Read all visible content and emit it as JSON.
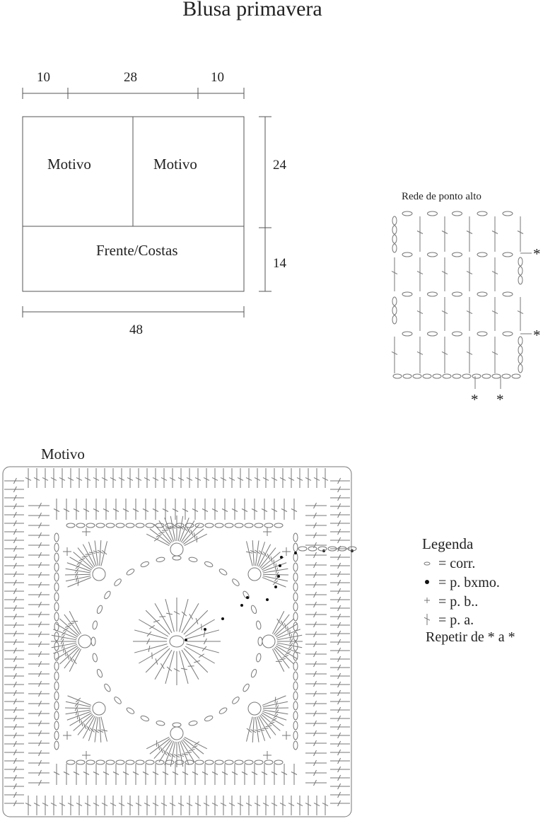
{
  "title": "Blusa primavera",
  "schematic": {
    "top_dims": [
      "10",
      "28",
      "10"
    ],
    "right_dims": [
      "24",
      "14"
    ],
    "bottom_dim": "48",
    "panels": [
      "Motivo",
      "Motivo",
      "Frente/Costas"
    ]
  },
  "net": {
    "title": "Rede de ponto alto",
    "repeat_marker": "*"
  },
  "motif": {
    "title": "Motivo"
  },
  "legend": {
    "title": "Legenda",
    "items": [
      {
        "symbol": "chain-oval-icon",
        "text": "= corr."
      },
      {
        "symbol": "slip-stitch-dot-icon",
        "text": "= p. bxmo."
      },
      {
        "symbol": "single-crochet-cross-icon",
        "text": "= p. b.."
      },
      {
        "symbol": "double-crochet-icon",
        "text": "= p. a."
      }
    ],
    "repeat_text": "Repetir de * a *"
  }
}
